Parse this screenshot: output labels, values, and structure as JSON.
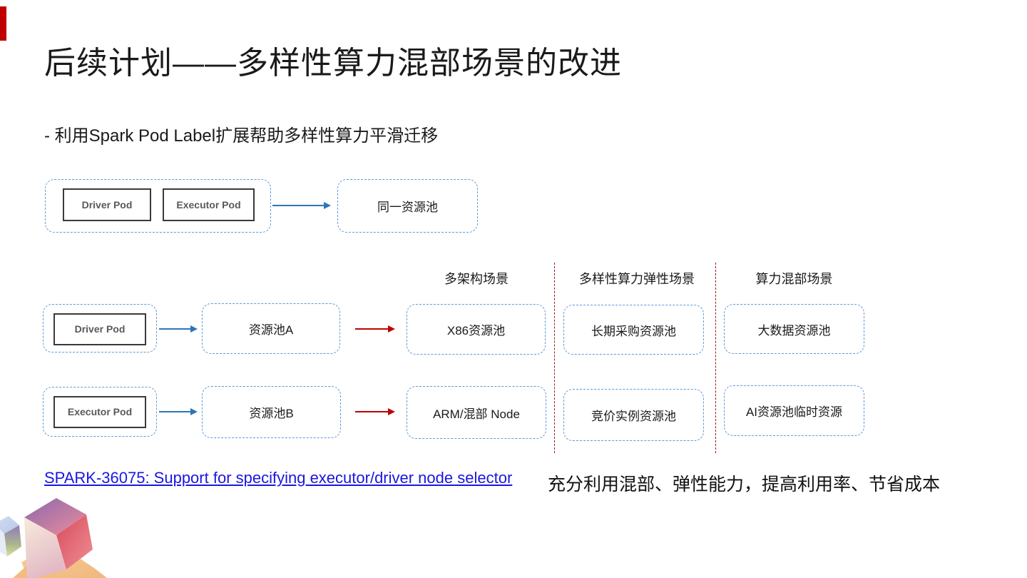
{
  "slide": {
    "title": "后续计划——多样性算力混部场景的改进",
    "subtitle": "- 利用Spark Pod Label扩展帮助多样性算力平滑迁移"
  },
  "row1": {
    "driver_pod": "Driver Pod",
    "executor_pod": "Executor Pod",
    "target_pool": "同一资源池"
  },
  "headers": {
    "col1": "多架构场景",
    "col2": "多样性算力弹性场景",
    "col3": "算力混部场景"
  },
  "row2": {
    "pod": "Driver Pod",
    "pool": "资源池A",
    "col1": "X86资源池",
    "col2": "长期采购资源池",
    "col3": "大数据资源池"
  },
  "row3": {
    "pod": "Executor Pod",
    "pool": "资源池B",
    "col1": "ARM/混部 Node",
    "col2": "竞价实例资源池",
    "col3": "AI资源池临时资源"
  },
  "footer": {
    "link": "SPARK-36075: Support for specifying executor/driver node selector",
    "conclusion": "充分利用混部、弹性能力，提高利用率、节省成本"
  },
  "colors": {
    "accent_bar_red": "#c00000",
    "dashed_border_blue": "#5b9bd5",
    "arrow_blue": "#2e75b6",
    "arrow_red": "#c00000",
    "divider_dark_red": "#9b1515",
    "link_blue": "#1a17e0",
    "pod_text_gray": "#595959"
  },
  "icons": {
    "logo": "isometric-cubes-logo"
  }
}
